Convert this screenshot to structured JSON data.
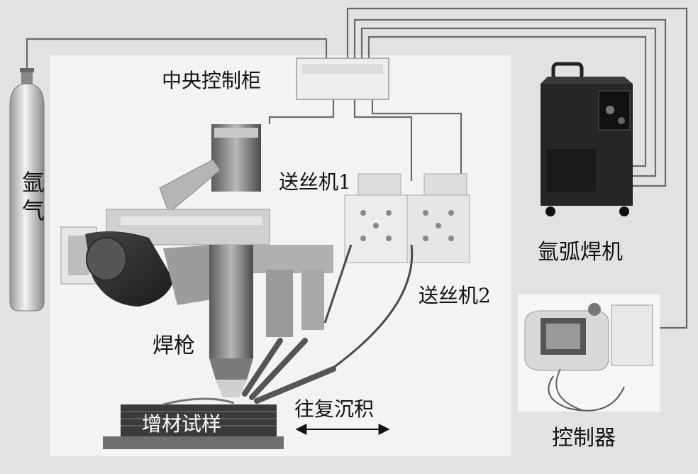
{
  "labels": {
    "central_cabinet": "中央控制柜",
    "argon_gas": "氩气",
    "wire_feeder_1": "送丝机1",
    "wire_feeder_2": "送丝机2",
    "tig_welder": "氩弧焊机",
    "torch": "焊枪",
    "sample": "增材试样",
    "reciprocating": "往复沉积",
    "controller": "控制器"
  }
}
